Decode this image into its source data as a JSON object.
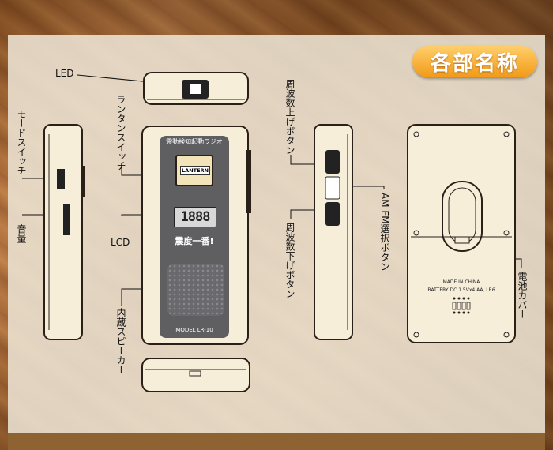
{
  "title_badge": "各部名称",
  "front": {
    "title": "震動検知起動ラジオ",
    "lantern_button": "LANTERN",
    "lcd_digits": "1888",
    "slogan": "震度一番!",
    "model": "MODEL LR-10"
  },
  "back": {
    "made_in": "MADE IN CHINA",
    "battery": "BATTERY DC 1.5Vx4 AA, LR6"
  },
  "labels": {
    "led": "LED",
    "lantern_switch": "ランタンスイッチ",
    "mode_switch": "モードスイッチ",
    "volume": "音量",
    "lcd": "LCD",
    "speaker": "内蔵スピーカー",
    "freq_up": "周波数上げボタン",
    "freq_down": "周波数下げボタン",
    "amfm": "AM FM選択ボタン",
    "battery_cover": "電池カバー"
  },
  "colors": {
    "badge": "#f29a18",
    "body": "#f7eeda",
    "face": "#5f5f62"
  }
}
